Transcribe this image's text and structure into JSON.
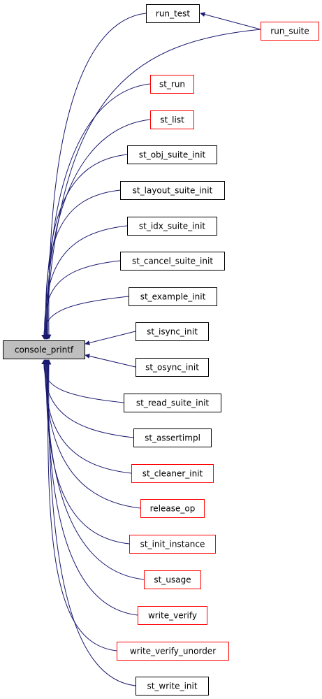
{
  "graph": {
    "root": {
      "id": "console_printf",
      "label": "console_printf",
      "fill": "#bfbfbf",
      "border": "#000000"
    },
    "edge_color": "#191970",
    "callers": [
      {
        "id": "run_test",
        "label": "run_test",
        "border": "#000000"
      },
      {
        "id": "run_suite",
        "label": "run_suite",
        "border": "#ff0000"
      },
      {
        "id": "st_run",
        "label": "st_run",
        "border": "#ff0000"
      },
      {
        "id": "st_list",
        "label": "st_list",
        "border": "#ff0000"
      },
      {
        "id": "st_obj_suite_init",
        "label": "st_obj_suite_init",
        "border": "#000000"
      },
      {
        "id": "st_layout_suite_init",
        "label": "st_layout_suite_init",
        "border": "#000000"
      },
      {
        "id": "st_idx_suite_init",
        "label": "st_idx_suite_init",
        "border": "#000000"
      },
      {
        "id": "st_cancel_suite_init",
        "label": "st_cancel_suite_init",
        "border": "#000000"
      },
      {
        "id": "st_example_init",
        "label": "st_example_init",
        "border": "#000000"
      },
      {
        "id": "st_isync_init",
        "label": "st_isync_init",
        "border": "#000000"
      },
      {
        "id": "st_osync_init",
        "label": "st_osync_init",
        "border": "#000000"
      },
      {
        "id": "st_read_suite_init",
        "label": "st_read_suite_init",
        "border": "#000000"
      },
      {
        "id": "st_assertimpl",
        "label": "st_assertimpl",
        "border": "#000000"
      },
      {
        "id": "st_cleaner_init",
        "label": "st_cleaner_init",
        "border": "#ff0000"
      },
      {
        "id": "release_op",
        "label": "release_op",
        "border": "#ff0000"
      },
      {
        "id": "st_init_instance",
        "label": "st_init_instance",
        "border": "#ff0000"
      },
      {
        "id": "st_usage",
        "label": "st_usage",
        "border": "#ff0000"
      },
      {
        "id": "write_verify",
        "label": "write_verify",
        "border": "#ff0000"
      },
      {
        "id": "write_verify_unorder",
        "label": "write_verify_unorder",
        "border": "#ff0000"
      },
      {
        "id": "st_write_init",
        "label": "st_write_init",
        "border": "#000000"
      }
    ],
    "extra_edges": [
      {
        "from": "run_suite",
        "to": "run_test"
      }
    ]
  }
}
